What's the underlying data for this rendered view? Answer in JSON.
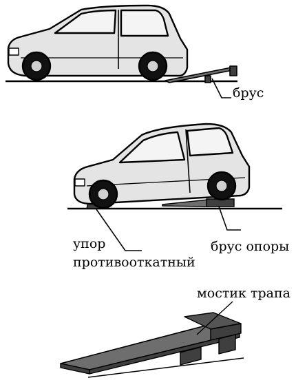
{
  "labels": {
    "beam": "брус",
    "stop": "упор",
    "anti_roll": "противооткатный",
    "support_beam": "брус опоры",
    "ramp_bridge": "мостик трапа"
  },
  "colors": {
    "ink": "#000000",
    "car_body": "#e4e4e4",
    "window": "#f4f4f4",
    "ramp_top": "#6e6e6e",
    "ramp_dark": "#3f3f3f",
    "tire": "#111111",
    "hub": "#d0d0d0"
  }
}
